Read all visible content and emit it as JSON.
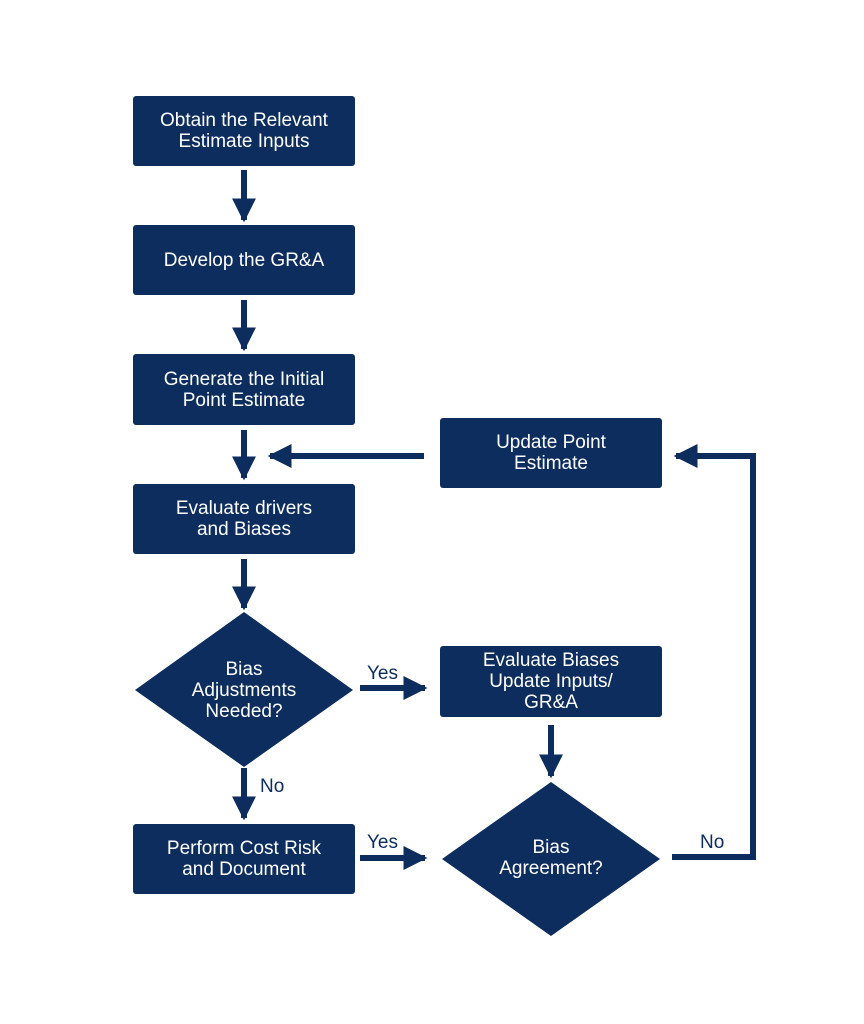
{
  "colors": {
    "fill": "#0c2d5e",
    "text": "#ffffff",
    "background": "#ffffff"
  },
  "nodes": {
    "obtain_inputs": {
      "line1": "Obtain the Relevant",
      "line2": "Estimate Inputs"
    },
    "develop_gra": {
      "line1": "Develop the GR&A"
    },
    "generate_estimate": {
      "line1": "Generate the Initial",
      "line2": "Point Estimate"
    },
    "evaluate_drivers": {
      "line1": "Evaluate drivers",
      "line2": "and Biases"
    },
    "update_point": {
      "line1": "Update Point",
      "line2": "Estimate"
    },
    "bias_adjustments": {
      "line1": "Bias",
      "line2": "Adjustments",
      "line3": "Needed?"
    },
    "evaluate_biases": {
      "line1": "Evaluate Biases",
      "line2": "Update Inputs/",
      "line3": "GR&A"
    },
    "bias_agreement": {
      "line1": "Bias",
      "line2": "Agreement?"
    },
    "perform_cost_risk": {
      "line1": "Perform Cost Risk",
      "line2": "and Document"
    }
  },
  "edge_labels": {
    "adjust_yes": "Yes",
    "adjust_no": "No",
    "agree_yes": "Yes",
    "agree_no": "No"
  }
}
